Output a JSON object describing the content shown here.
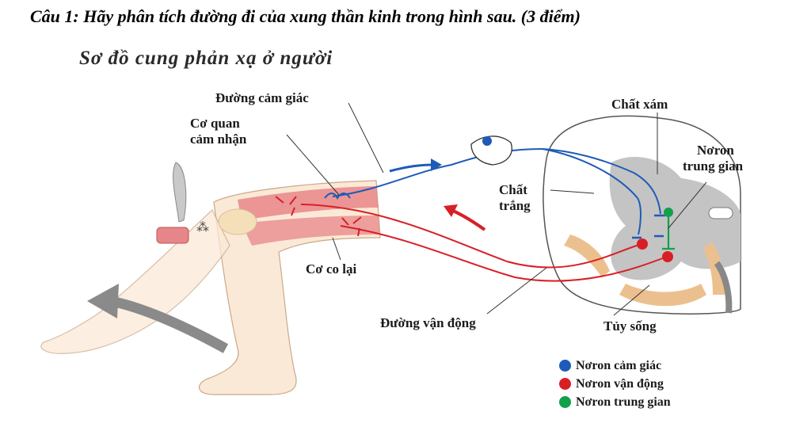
{
  "question": "Câu 1: Hãy phân tích đường đi của xung thần kinh trong hình sau. (3 điểm)",
  "diagram_title": "Sơ đồ cung phản xạ ở người",
  "labels": {
    "sensory_path": "Đường cảm giác",
    "receptor_line1": "Cơ quan",
    "receptor_line2": "cảm nhận",
    "gray_matter": "Chất xám",
    "interneuron_line1": "Nơron",
    "interneuron_line2": "trung gian",
    "white_matter_line1": "Chất",
    "white_matter_line2": "trắng",
    "contracted_muscle": "Cơ co lại",
    "motor_path": "Đường vận động",
    "spinal_cord": "Tủy sống"
  },
  "legend": [
    {
      "label": "Nơron cảm giác",
      "color": "#1e5bb8"
    },
    {
      "label": "Nơron vận động",
      "color": "#d91f26"
    },
    {
      "label": "Nơron trung gian",
      "color": "#12a04a"
    }
  ],
  "colors": {
    "sensory": "#1e5bb8",
    "motor": "#d91f26",
    "interneuron": "#12a04a",
    "skin": "#fbe9d7",
    "muscle": "#e7868a",
    "gray_matter": "#c4c4c4",
    "nerve_root": "#ecc08e",
    "arrow_gray": "#8a8a8a"
  }
}
